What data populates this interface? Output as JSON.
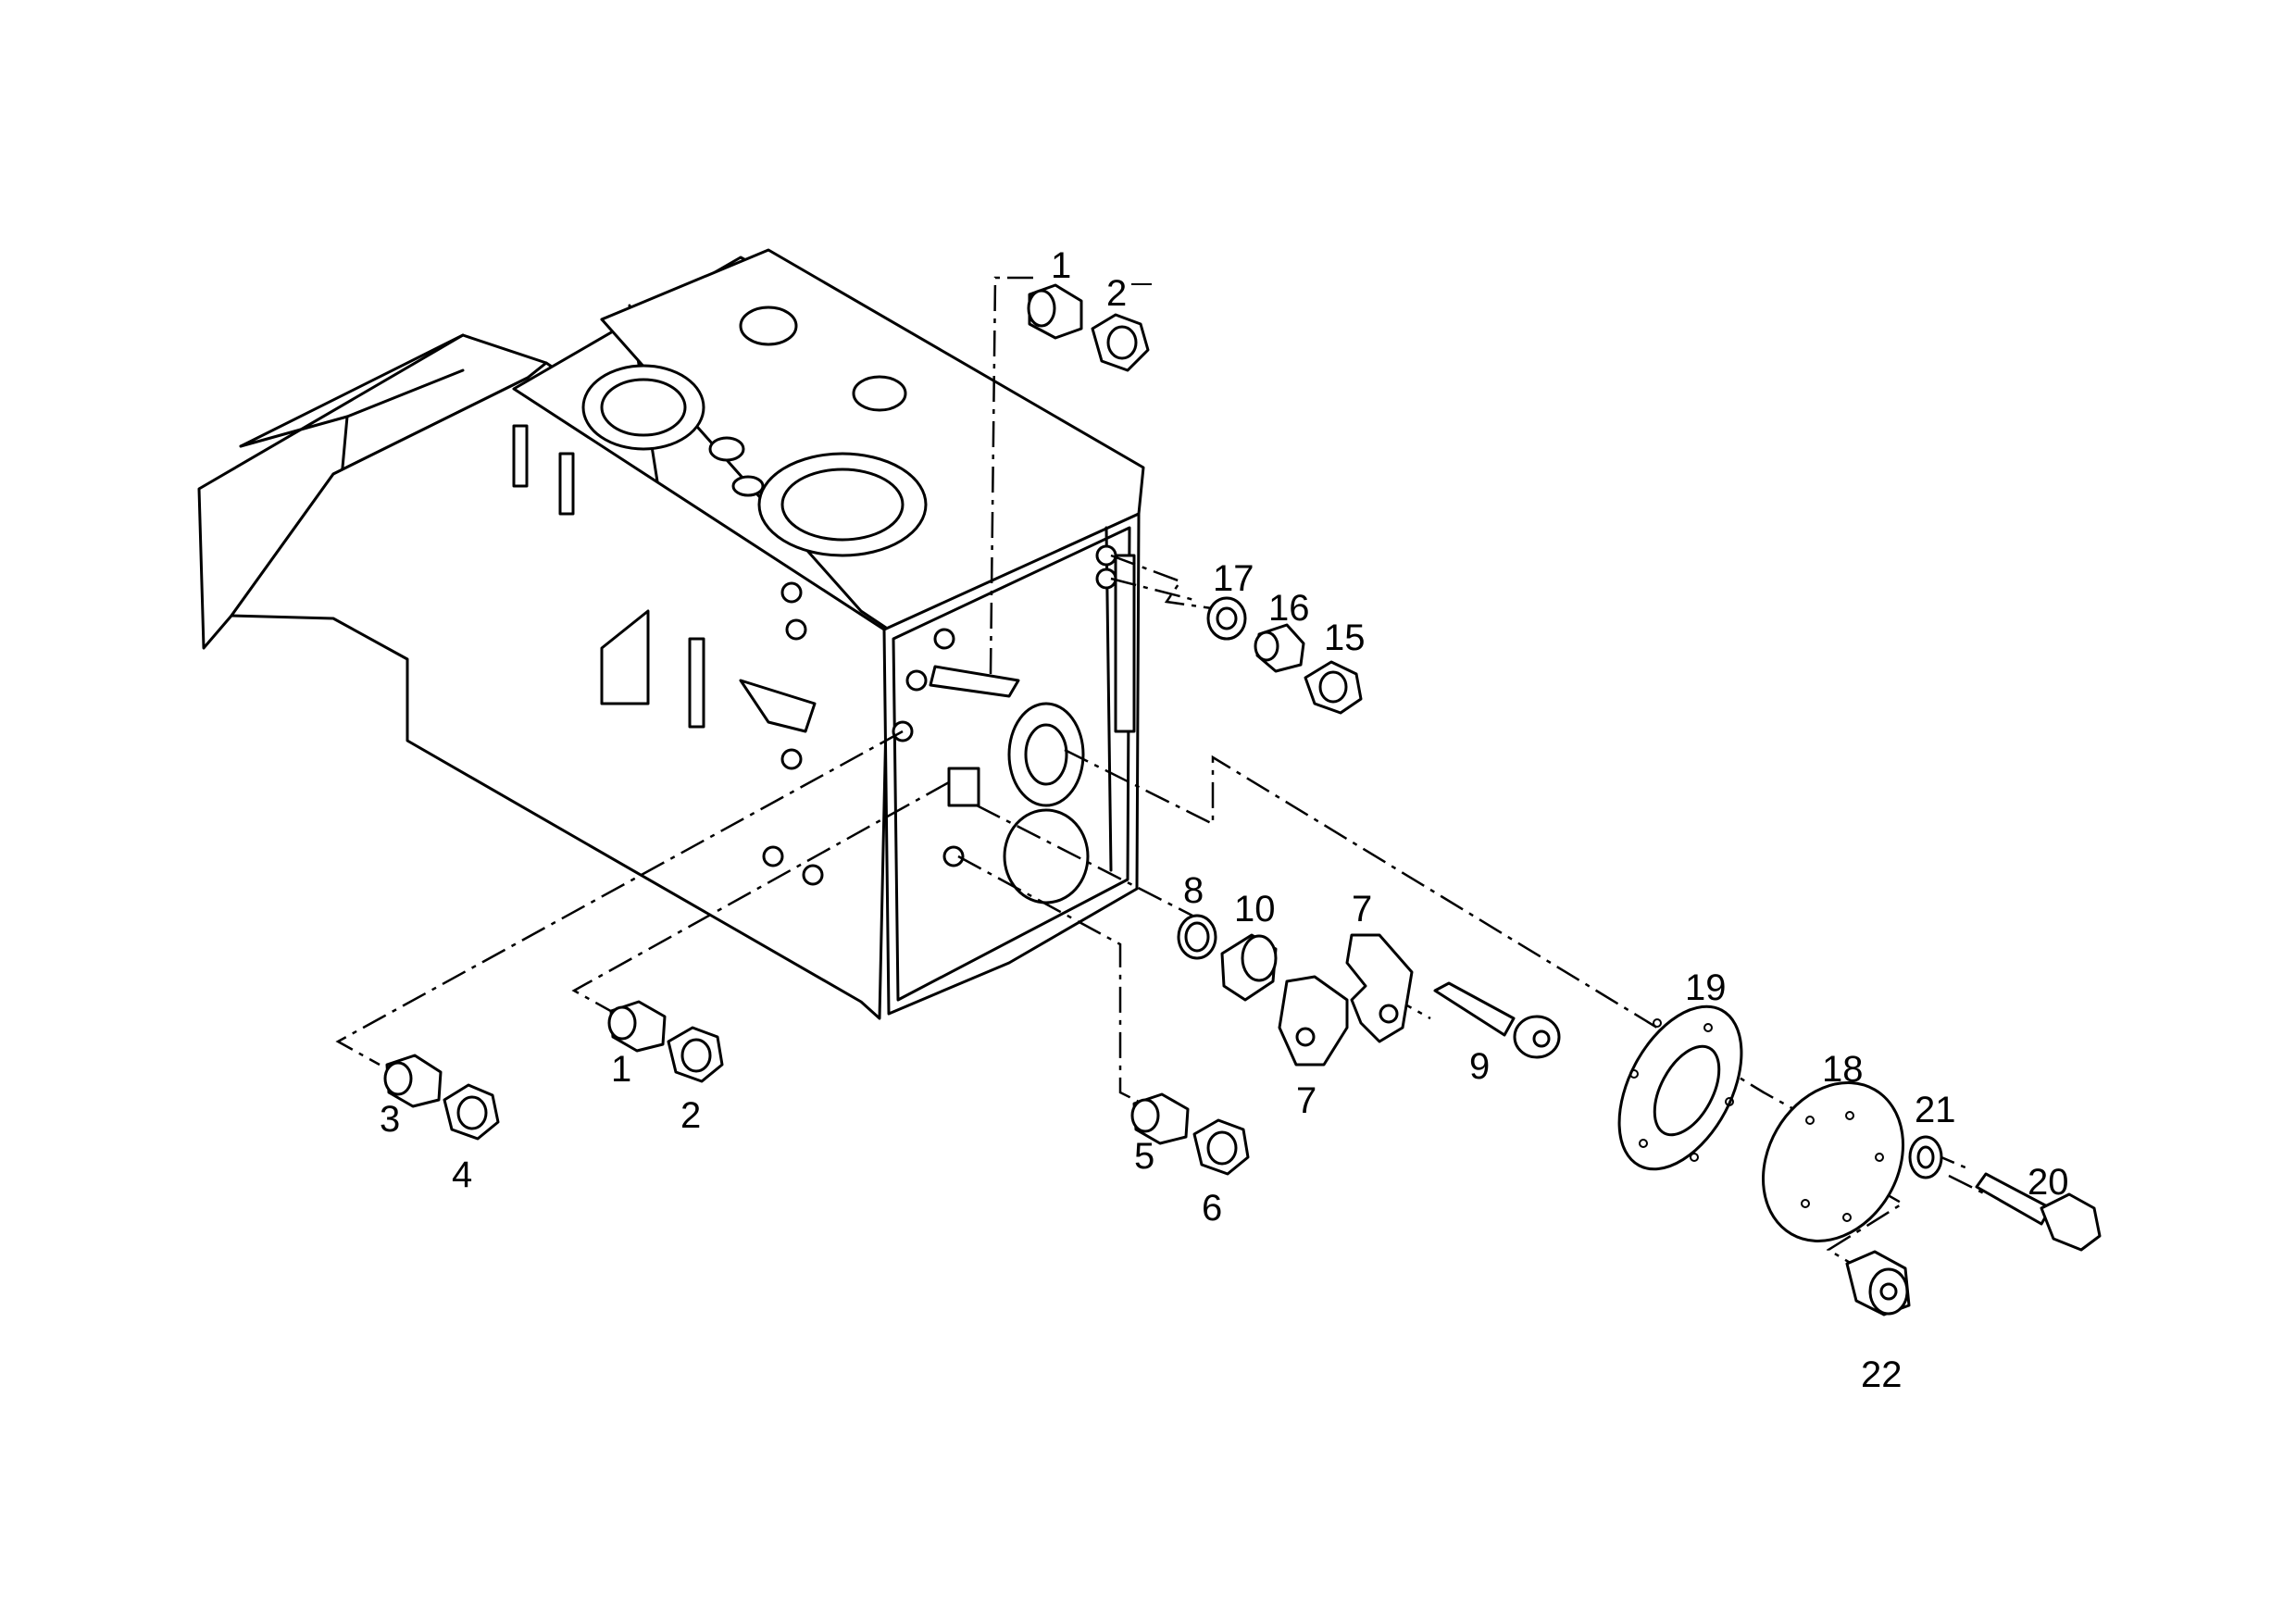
{
  "callouts": [
    {
      "id": "c1a",
      "text": "1"
    },
    {
      "id": "c2a",
      "text": "2"
    },
    {
      "id": "c17",
      "text": "17"
    },
    {
      "id": "c16",
      "text": "16"
    },
    {
      "id": "c15",
      "text": "15"
    },
    {
      "id": "c8",
      "text": "8"
    },
    {
      "id": "c10",
      "text": "10"
    },
    {
      "id": "c7a",
      "text": "7"
    },
    {
      "id": "c7b",
      "text": "7"
    },
    {
      "id": "c9",
      "text": "9"
    },
    {
      "id": "c19",
      "text": "19"
    },
    {
      "id": "c18",
      "text": "18"
    },
    {
      "id": "c21",
      "text": "21"
    },
    {
      "id": "c20",
      "text": "20"
    },
    {
      "id": "c22",
      "text": "22"
    },
    {
      "id": "c1b",
      "text": "1"
    },
    {
      "id": "c2b",
      "text": "2"
    },
    {
      "id": "c3",
      "text": "3"
    },
    {
      "id": "c4",
      "text": "4"
    },
    {
      "id": "c5",
      "text": "5"
    },
    {
      "id": "c6",
      "text": "6"
    }
  ]
}
